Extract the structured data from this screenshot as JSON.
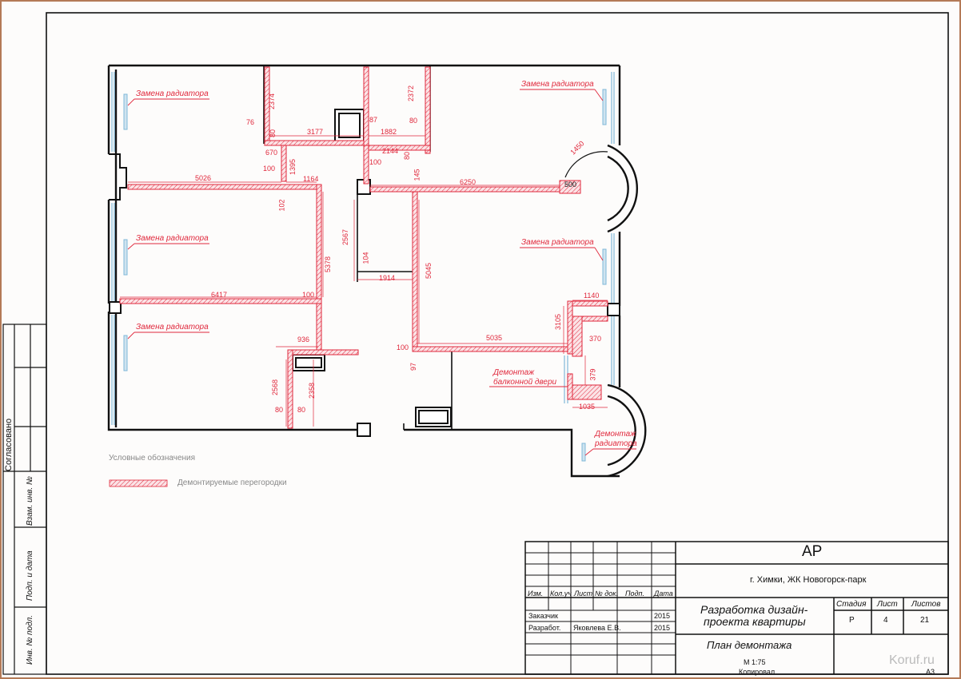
{
  "drawing": {
    "title_code": "AP",
    "location": "г. Химки, ЖК Новогорск-парк",
    "project": [
      "Разработка дизайн-",
      "проекта квартиры"
    ],
    "sheet_title": "План демонтажа",
    "scale": "М 1:75",
    "copied": "Копировал",
    "format": "А3",
    "watermark": "Koruf.ru"
  },
  "stamp": {
    "headers": [
      "Изм.",
      "Кол.уч",
      "Лист",
      "№ док.",
      "Подп.",
      "Дата"
    ],
    "customer_label": "Заказчик",
    "customer_year": "2015",
    "developer_label": "Разработ.",
    "developer_name": "Яковлева Е.В.",
    "developer_year": "2015",
    "stage_label": "Стадия",
    "sheet_label": "Лист",
    "sheets_label": "Листов",
    "stage": "Р",
    "sheet": "4",
    "sheets": "21"
  },
  "side_stamp": {
    "agreed": "Согласовано",
    "inv_replace": "Взам. инв. №",
    "sign_date": "Подп. и дата",
    "inv_orig": "Инв. № подл."
  },
  "legend": {
    "title": "Условные обозначения",
    "item": "Демонтируемые перегородки"
  },
  "notes": {
    "radiator_replace": "Замена радиатора",
    "door_demolish_1": "Демонтаж",
    "door_demolish_2": "балконной двери",
    "radiator_demolish_1": "Демонтаж",
    "radiator_demolish_2": "радиатора"
  },
  "dims": {
    "d76": "76",
    "d80": "80",
    "d2374": "2374",
    "d3177": "3177",
    "d87": "87",
    "d1882": "1882",
    "d2372": "2372",
    "d670": "670",
    "d1395": "1395",
    "d100": "100",
    "d2144": "2144",
    "d5026": "5026",
    "d1164": "1164",
    "d102": "102",
    "d145": "145",
    "d6250": "6250",
    "d1450": "1450",
    "d500": "500",
    "d2567": "2567",
    "d104": "104",
    "d1914": "1914",
    "d5045": "5045",
    "d5378": "5378",
    "d6417": "6417",
    "d1140": "1140",
    "d3105": "3105",
    "d5035": "5035",
    "d370": "370",
    "d936": "936",
    "d97": "97",
    "d379": "379",
    "d2568": "2568",
    "d2358": "2358",
    "d1035": "1035"
  },
  "colors": {
    "wall": "#111111",
    "demolish": "#e0283c",
    "dim": "#e0283c",
    "glass": "#7fb8d8"
  }
}
